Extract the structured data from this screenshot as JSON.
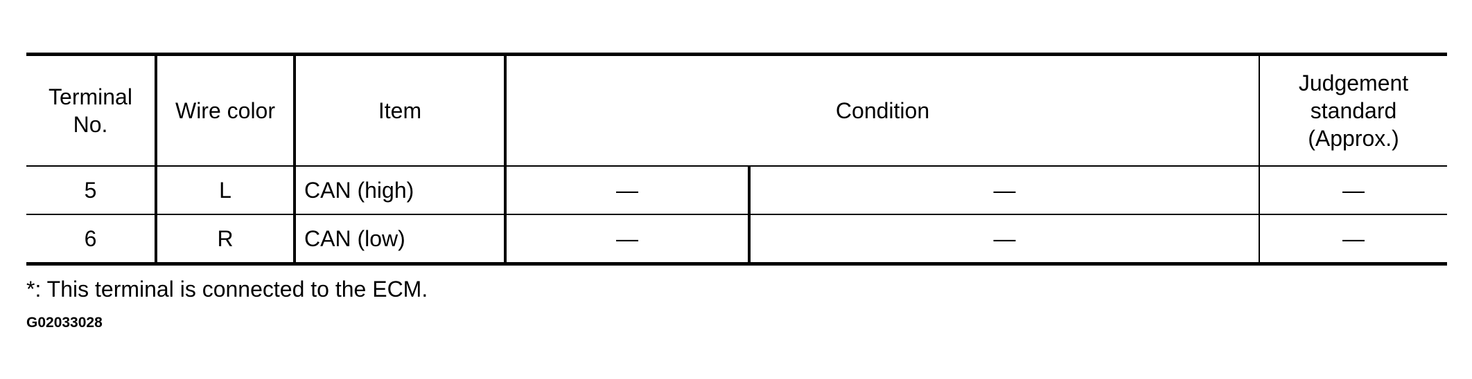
{
  "table": {
    "headers": {
      "terminal_no": "Terminal\nNo.",
      "wire_color": "Wire color",
      "item": "Item",
      "condition": "Condition",
      "judgement_standard": "Judgement\nstandard\n(Approx.)"
    },
    "rows": [
      {
        "terminal": "5",
        "wire_color": "L",
        "item": "CAN (high)",
        "condition_a": "—",
        "condition_b": "—",
        "judgement": "—"
      },
      {
        "terminal": "6",
        "wire_color": "R",
        "item": "CAN (low)",
        "condition_a": "—",
        "condition_b": "—",
        "judgement": "—"
      }
    ]
  },
  "footnote": "*: This terminal is connected to the ECM.",
  "figure_id": "G02033028"
}
